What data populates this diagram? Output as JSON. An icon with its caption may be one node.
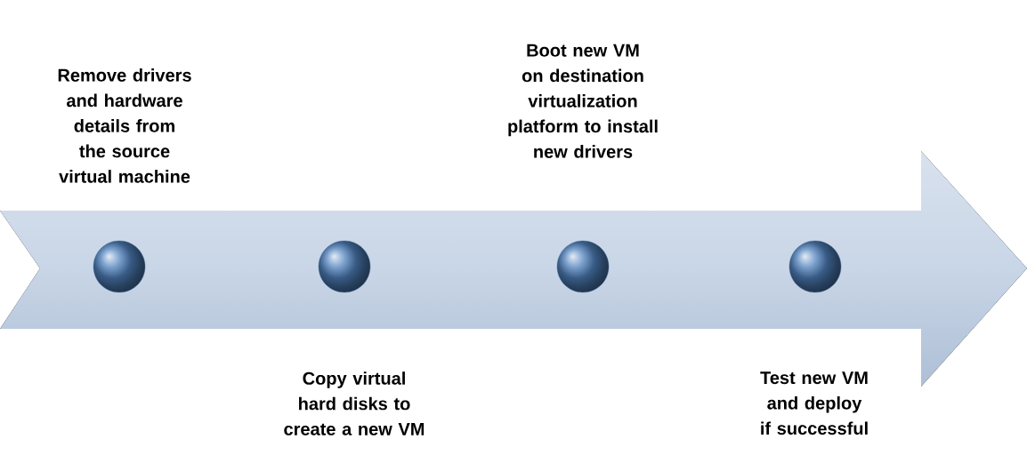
{
  "diagram": {
    "nodes": [
      {
        "text": [],
        "shape": "arrow"
      },
      {
        "text": [],
        "shape": "circle",
        "in": 0
      },
      {
        "text": [],
        "shape": "circle",
        "in": 0
      },
      {
        "text": [],
        "shape": "circle",
        "in": 0
      },
      {
        "text": [],
        "shape": "circle",
        "in": 0
      }
    ],
    "labels": [
      "Remove drivers and hardware details from the source virtual machine",
      "Boot new VM on destination virtualization platform to install new drivers",
      "Copy virtual hard disks to create a new VM",
      "Test new VM and deploy if successful"
    ]
  }
}
